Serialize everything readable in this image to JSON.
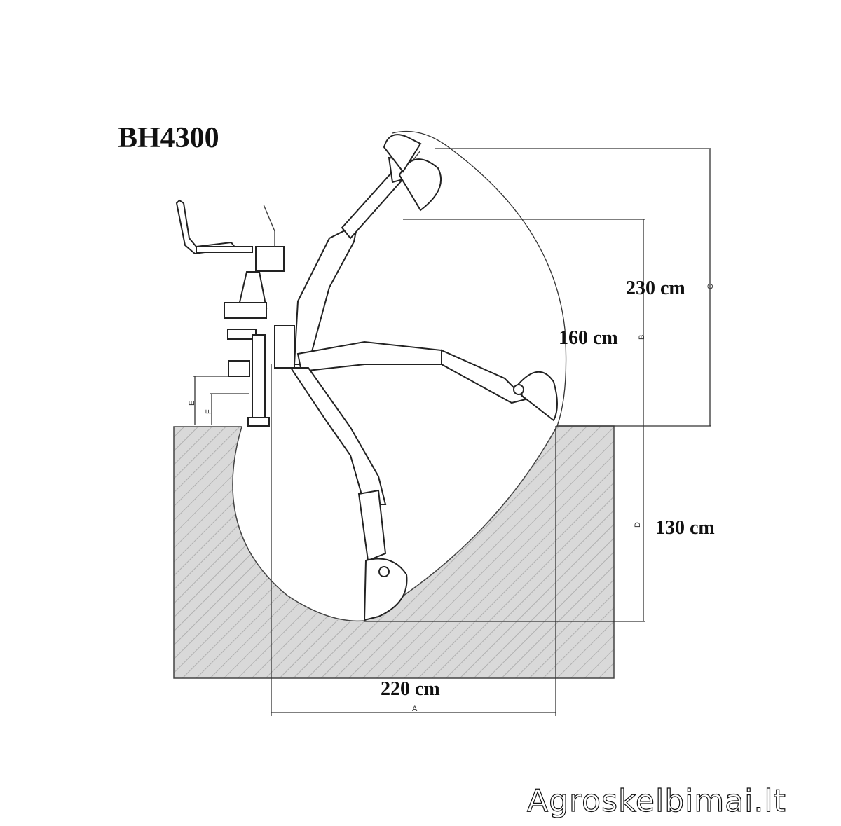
{
  "title": "BH4300",
  "dimensions": {
    "reach_height": {
      "value": "230 cm",
      "letter": "C"
    },
    "dump_height": {
      "value": "160 cm",
      "letter": "B"
    },
    "dig_depth": {
      "value": "130 cm",
      "letter": "D"
    },
    "reach_width": {
      "value": "220 cm",
      "letter": "A"
    },
    "height_e": {
      "letter": "E"
    },
    "height_f": {
      "letter": "F"
    }
  },
  "watermark": "Agroskelbimai.lt"
}
